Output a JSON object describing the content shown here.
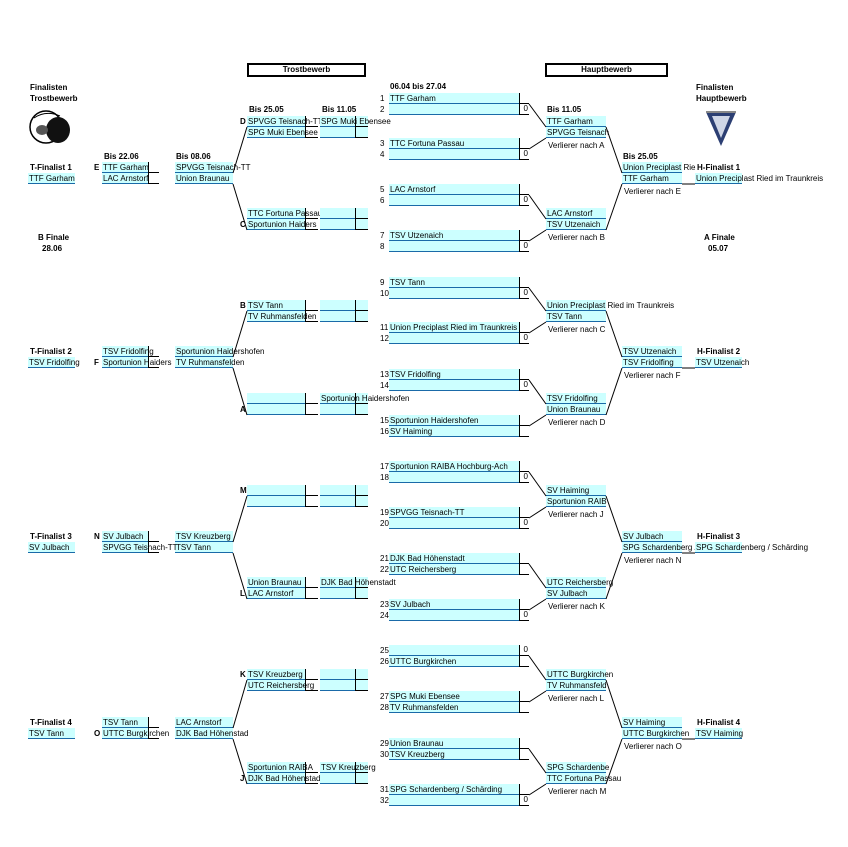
{
  "headers": {
    "trost": "Trostbewerb",
    "haupt": "Hauptbewerb",
    "main_dates": "06.04 bis 27.04"
  },
  "labels": {
    "fin_trost": [
      "Finalisten",
      "Trostbewerb"
    ],
    "fin_haupt": [
      "Finalisten",
      "Hauptbewerb"
    ],
    "b_finale": [
      "B Finale",
      "28.06"
    ],
    "a_finale": [
      "A Finale",
      "05.07"
    ],
    "bis2505": "Bis 25.05",
    "bis1105": "Bis 11.05",
    "bis2206": "Bis 22.06",
    "bis0806": "Bis 08.06",
    "bis1105r": "Bis 11.05",
    "bis2505r": "Bis 25.05"
  },
  "finalists": {
    "t1": "T-Finalist 1",
    "t2": "T-Finalist 2",
    "t3": "T-Finalist 3",
    "t4": "T-Finalist 4",
    "h1": "H-Finalist 1",
    "h2": "H-Finalist 2",
    "h3": "H-Finalist 3",
    "h4": "H-Finalist 4",
    "t1v": "TTF Garham",
    "t2v": "TSV Fridolfing",
    "t3v": "SV Julbach",
    "t4v": "TSV Tann",
    "h1v": "Union Preciplast Ried im Traunkreis",
    "h2v": "TSV Utzenaich",
    "h3v": "SPG Schardenberg / Schärding",
    "h4v": "TSV Haiming"
  },
  "letters": {
    "D": "D",
    "C": "C",
    "E": "E",
    "B": "B",
    "A": "A",
    "F": "F",
    "M": "M",
    "L": "L",
    "N": "N",
    "K": "K",
    "J": "J",
    "O": "O"
  },
  "main": [
    {
      "n": "1",
      "t": "TTF Garham",
      "s": ""
    },
    {
      "n": "2",
      "t": "",
      "s": "0"
    },
    {
      "n": "3",
      "t": "TTC Fortuna Passau",
      "s": ""
    },
    {
      "n": "4",
      "t": "",
      "s": "0"
    },
    {
      "n": "5",
      "t": "LAC Arnstorf",
      "s": ""
    },
    {
      "n": "6",
      "t": "",
      "s": "0"
    },
    {
      "n": "7",
      "t": "TSV Utzenaich",
      "s": ""
    },
    {
      "n": "8",
      "t": "",
      "s": "0"
    },
    {
      "n": "9",
      "t": "TSV Tann",
      "s": ""
    },
    {
      "n": "10",
      "t": "",
      "s": "0"
    },
    {
      "n": "11",
      "t": "Union Preciplast Ried im Traunkreis",
      "s": ""
    },
    {
      "n": "12",
      "t": "",
      "s": "0"
    },
    {
      "n": "13",
      "t": "TSV Fridolfing",
      "s": ""
    },
    {
      "n": "14",
      "t": "",
      "s": "0"
    },
    {
      "n": "15",
      "t": "Sportunion Haidershofen",
      "s": ""
    },
    {
      "n": "16",
      "t": "SV Haiming",
      "s": ""
    },
    {
      "n": "17",
      "t": "Sportunion RAIBA Hochburg-Ach",
      "s": ""
    },
    {
      "n": "18",
      "t": "",
      "s": "0"
    },
    {
      "n": "19",
      "t": "SPVGG Teisnach-TT",
      "s": ""
    },
    {
      "n": "20",
      "t": "",
      "s": "0"
    },
    {
      "n": "21",
      "t": "DJK Bad Höhenstadt",
      "s": ""
    },
    {
      "n": "22",
      "t": "UTC Reichersberg",
      "s": ""
    },
    {
      "n": "23",
      "t": "SV Julbach",
      "s": ""
    },
    {
      "n": "24",
      "t": "",
      "s": "0"
    },
    {
      "n": "25",
      "t": "",
      "s": "0"
    },
    {
      "n": "26",
      "t": "UTTC Burgkirchen",
      "s": ""
    },
    {
      "n": "27",
      "t": "SPG Muki Ebensee",
      "s": ""
    },
    {
      "n": "28",
      "t": "TV Ruhmansfelden",
      "s": ""
    },
    {
      "n": "29",
      "t": "Union Braunau",
      "s": ""
    },
    {
      "n": "30",
      "t": "TSV Kreuzberg",
      "s": ""
    },
    {
      "n": "31",
      "t": "SPG Schardenberg / Schärding",
      "s": ""
    },
    {
      "n": "32",
      "t": "",
      "s": "0"
    }
  ],
  "right_r1": [
    [
      "TTF Garham",
      "SPVGG Teisnach",
      "Verlierer nach A"
    ],
    [
      "LAC Arnstorf",
      "TSV Utzenaich",
      "Verlierer nach B"
    ],
    [
      "Union Preciplast Ried im Traunkreis",
      "TSV Tann",
      "Verlierer nach C"
    ],
    [
      "TSV Fridolfing",
      "Union Braunau",
      "Verlierer nach D"
    ],
    [
      "SV Haiming",
      "Sportunion RAIB",
      "Verlierer nach J"
    ],
    [
      "UTC Reichersberg",
      "SV Julbach",
      "Verlierer nach K"
    ],
    [
      "UTTC Burgkirchen",
      "TV Ruhmansfeld",
      "Verlierer nach L"
    ],
    [
      "SPG Schardenbe",
      "TTC Fortuna Passau",
      "Verlierer nach M"
    ]
  ],
  "right_r2": [
    [
      "Union Preciplast Rie",
      "TTF Garham",
      "Verlierer nach E"
    ],
    [
      "TSV Utzenaich",
      "TSV Fridolfing",
      "Verlierer nach F"
    ],
    [
      "SV Julbach",
      "SPG Schardenberg /",
      "Verlierer nach N"
    ],
    [
      "SV Haiming",
      "UTTC Burgkirchen",
      "Verlierer nach O"
    ]
  ],
  "left_r1": [
    [
      "SPVGG Teisnach-TT",
      "SPG Muki Ebensee"
    ],
    [
      "TTC Fortuna Passau",
      "Sportunion Haiders"
    ],
    [
      "TSV Tann",
      "TV Ruhmansfelden"
    ],
    [
      "",
      ""
    ],
    [
      "",
      ""
    ],
    [
      "Union Braunau",
      "LAC Arnstorf"
    ],
    [
      "TSV Kreuzberg",
      "UTC Reichersberg"
    ],
    [
      "Sportunion RAIBA",
      "DJK Bad Höhenstad"
    ]
  ],
  "left_r2": [
    "SPG Muki Ebensee",
    "",
    "",
    "Sportunion Haidershofen",
    "",
    "DJK Bad Höhenstadt",
    "",
    "TSV Kreuzberg"
  ],
  "left_r3": [
    [
      "SPVGG Teisnach-TT",
      "Union Braunau"
    ],
    [
      "Sportunion Haidershofen",
      "TV Ruhmansfelden"
    ],
    [
      "TSV Kreuzberg",
      "TSV Tann"
    ],
    [
      "LAC Arnstorf",
      "DJK Bad Höhenstad"
    ]
  ],
  "left_r4": [
    [
      "TTF Garham",
      "LAC Arnstorf"
    ],
    [
      "TSV Fridolfing",
      "Sportunion Haiders"
    ],
    [
      "SV Julbach",
      "SPVGG Teisnach-TT"
    ],
    [
      "TSV Tann",
      "UTTC Burgkirchen"
    ]
  ]
}
